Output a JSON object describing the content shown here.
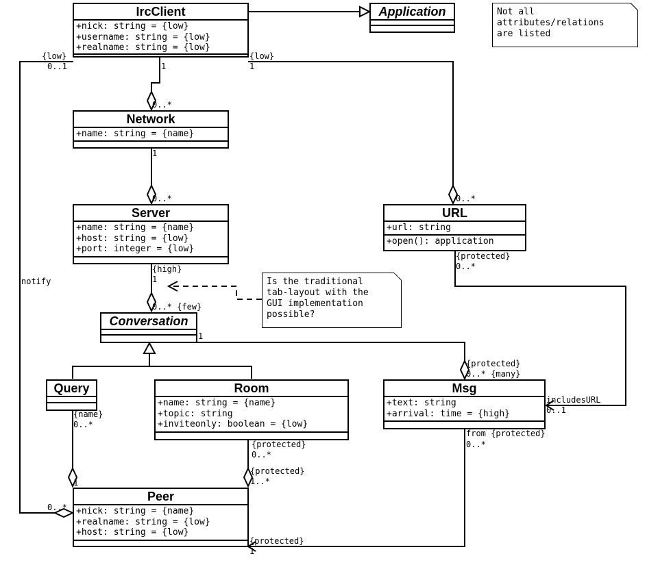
{
  "classes": {
    "ircclient": {
      "name": "IrcClient",
      "attrs": [
        "+nick: string = {low}",
        "+username: string = {low}",
        "+realname: string = {low}"
      ]
    },
    "application": {
      "name": "Application"
    },
    "network": {
      "name": "Network",
      "attrs": [
        "+name: string = {name}"
      ]
    },
    "server": {
      "name": "Server",
      "attrs": [
        "+name: string = {name}",
        "+host: string = {low}",
        "+port: integer = {low}"
      ]
    },
    "url": {
      "name": "URL",
      "attrs": [
        "+url: string"
      ],
      "ops": [
        "+open(): application"
      ]
    },
    "conversation": {
      "name": "Conversation"
    },
    "query": {
      "name": "Query"
    },
    "room": {
      "name": "Room",
      "attrs": [
        "+name: string = {name}",
        "+topic: string",
        "+inviteonly: boolean = {low}"
      ]
    },
    "msg": {
      "name": "Msg",
      "attrs": [
        "+text: string",
        "+arrival: time = {high}"
      ]
    },
    "peer": {
      "name": "Peer",
      "attrs": [
        "+nick: string = {name}",
        "+realname: string = {low}",
        "+host: string = {low}"
      ]
    }
  },
  "notes": {
    "top_right": [
      "Not all",
      "attributes/relations",
      "are listed"
    ],
    "tab_layout": [
      "Is the traditional",
      "tab-layout with the",
      "GUI implementation",
      "possible?"
    ]
  },
  "labels": {
    "irc_low_left": "{low}",
    "irc_mult_left": "0..1",
    "irc_low_right": "{low}",
    "irc_mult_right": "1",
    "irc_net_mult": "1",
    "net_mult_many": "0..*",
    "net_srv_mult": "1",
    "srv_mult_many": "0..*",
    "url_mult_many": "0..*",
    "srv_high": "{high}",
    "srv_conv_mult": "1",
    "conv_mult_many": "0..* {few}",
    "conv_msg_mult": "1",
    "url_protected": "{protected}",
    "url_msg_mult": "0..*",
    "msg_protected": "{protected}",
    "msg_mult_many": "0..* {many}",
    "includes_url": "includesURL",
    "includes_mult": "0..1",
    "notify": "notify",
    "query_name": "{name}",
    "query_mult": "0..*",
    "query_peer_mult": "1",
    "room_protected": "{protected}",
    "room_mult": "0..*",
    "peer_room_protected": "{protected}",
    "peer_room_mult": "1..*",
    "msg_from": "from {protected}",
    "msg_from_mult": "0..*",
    "peer_protected": "{protected}",
    "peer_msg_mult": "1",
    "peer_irc_mult": "0..*"
  }
}
